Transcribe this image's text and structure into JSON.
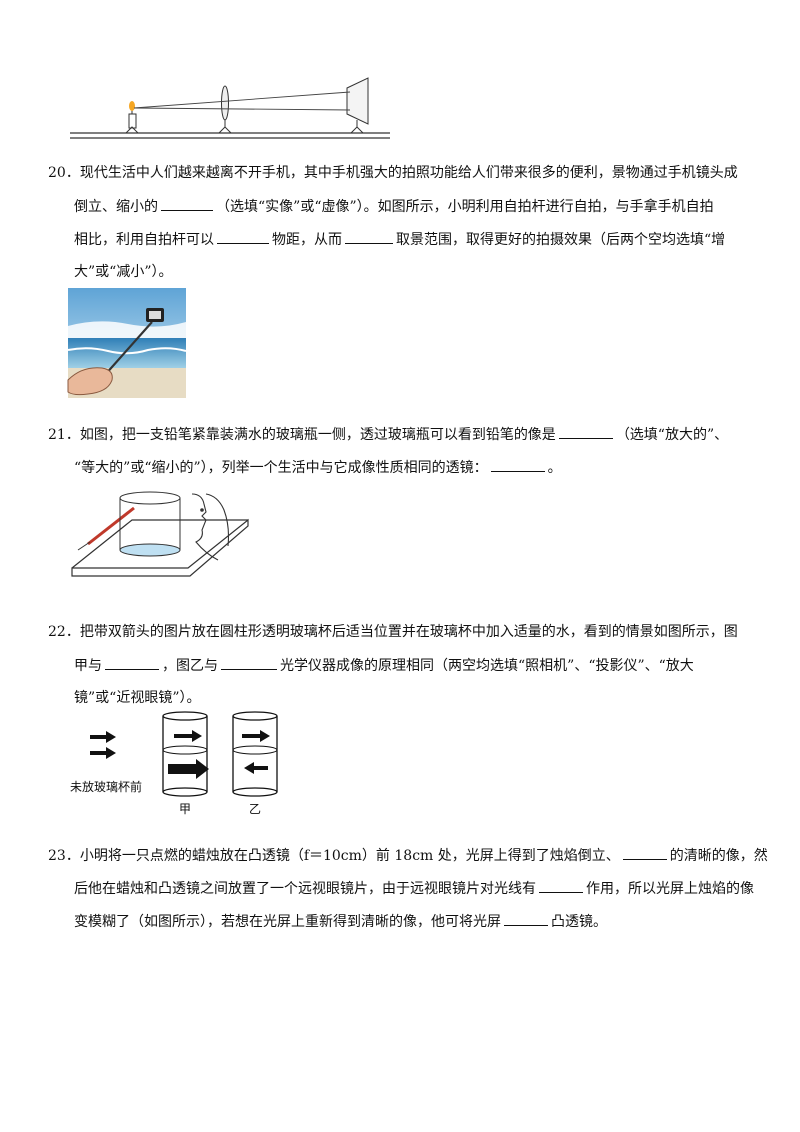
{
  "q20": {
    "line1": "20．现代生活中人们越来越离不开手机，其中手机强大的拍照功能给人们带来很多的便利，景物通过手机镜头成",
    "line2a": "倒立、缩小的",
    "line2b": "（选填“实像”或“虚像”）。如图所示，小明利用自拍杆进行自拍，与手拿手机自拍",
    "line3a": "相比，利用自拍杆可以",
    "line3b": "物距，从而",
    "line3c": "取景范围，取得更好的拍摄效果（后两个空均选填“增",
    "line4": "大”或“减小”）。"
  },
  "q21": {
    "line1a": "21．如图，把一支铅笔紧靠装满水的玻璃瓶一侧，透过玻璃瓶可以看到铅笔的像是",
    "line1b": "（选填“放大的”、",
    "line2a": "“等大的”或“缩小的”），列举一个生活中与它成像性质相同的透镜：",
    "line2b": "。"
  },
  "q22": {
    "line1": "22．把带双箭头的图片放在圆柱形透明玻璃杯后适当位置并在玻璃杯中加入适量的水，看到的情景如图所示，图",
    "line2a": "甲与",
    "line2b": "，图乙与",
    "line2c": "光学仪器成像的原理相同（两空均选填“照相机”、“投影仪”、“放大",
    "line3": "镜”或“近视眼镜”）。",
    "fig_before_label": "未放玻璃杯前",
    "fig_jia": "甲",
    "fig_yi": "乙"
  },
  "q23": {
    "line1a": "23．小明将一只点燃的蜡烛放在凸透镜（f＝10cm）前 18cm 处，光屏上得到了烛焰倒立、",
    "line1b": "的清晰的像，然",
    "line2a": "后他在蜡烛和凸透镜之间放置了一个远视眼镜片，由于远视眼镜片对光线有",
    "line2b": "作用，所以光屏上烛焰的像",
    "line3a": "变模糊了（如图所示），若想在光屏上重新得到清晰的像，他可将光屏",
    "line3b": "凸透镜。"
  }
}
